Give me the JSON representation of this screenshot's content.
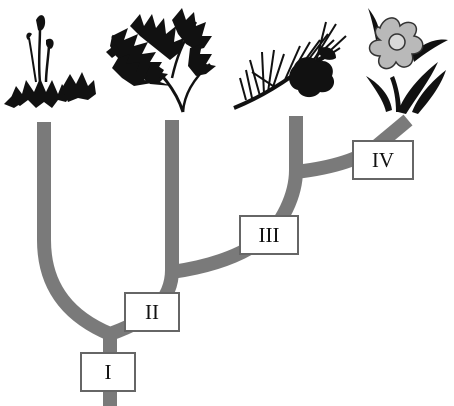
{
  "nodes": {
    "i": "I",
    "ii": "II",
    "iii": "III",
    "iv": "IV"
  },
  "tips": [
    {
      "icon": "moss-icon"
    },
    {
      "icon": "fern-icon"
    },
    {
      "icon": "pine-branch-icon"
    },
    {
      "icon": "flowering-plant-icon"
    }
  ],
  "colors": {
    "branch": "#7a7a7a",
    "silhouette": "#111111",
    "label_border": "#666666"
  }
}
